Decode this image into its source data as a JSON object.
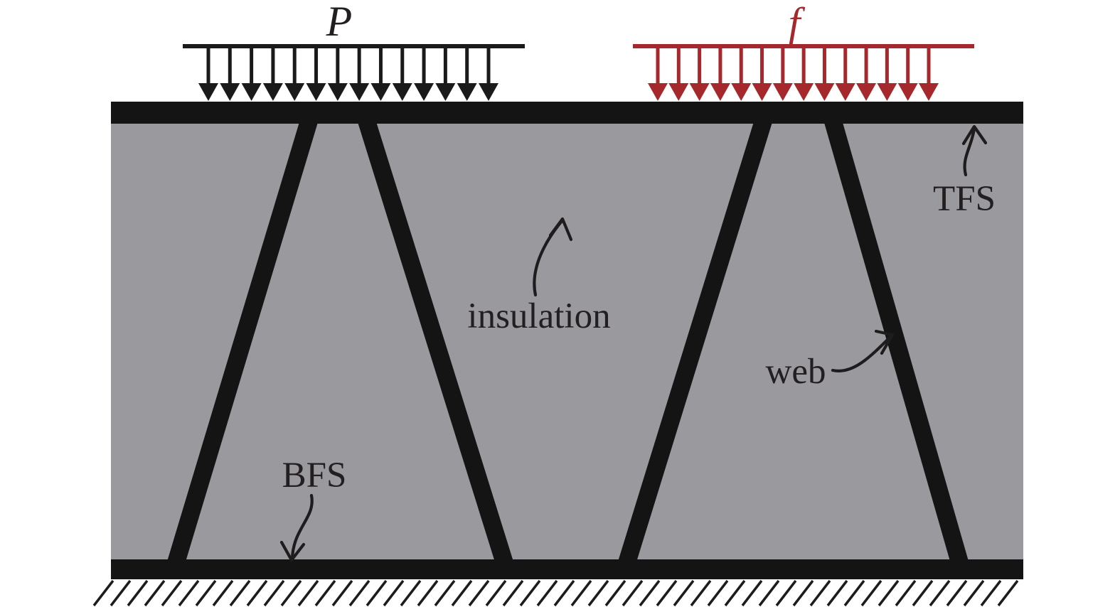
{
  "figure": {
    "title": "Web-core sandwich panel cross-section with distributed loads",
    "background": "#ffffff"
  },
  "palette": {
    "structure_black": "#141414",
    "insulation_gray": "#9a999d",
    "load_p_black": "#1a1a1a",
    "load_f_red": "#a5282d",
    "leader_line": "#1f1c1d",
    "hatch": "#1c1c1c",
    "text": "#231f20"
  },
  "loads": {
    "p": {
      "label": "P",
      "arrow_count": 14
    },
    "f": {
      "label": "f",
      "arrow_count": 14
    }
  },
  "labels": {
    "top_face_sheet": "TFS",
    "bottom_face_sheet": "BFS",
    "core": "insulation",
    "web": "web"
  },
  "support": {
    "type": "fixed ground (hatched)",
    "hatch_count": 54
  }
}
